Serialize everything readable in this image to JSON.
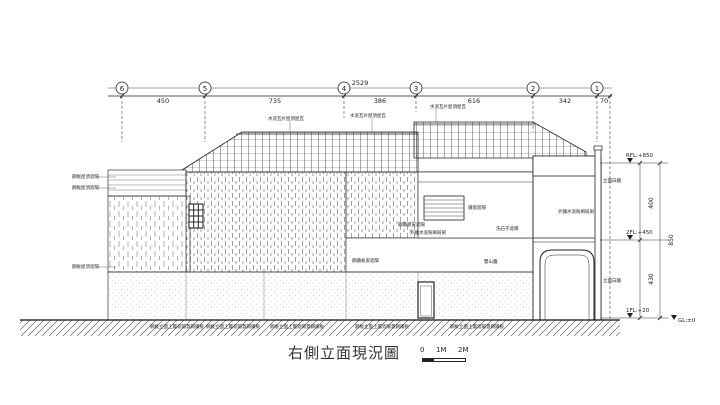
{
  "title": "右側立面現況圖",
  "scale": {
    "zero": "0",
    "one": "1M",
    "two": "2M"
  },
  "grid": {
    "axes": [
      "6",
      "5",
      "4",
      "3",
      "2",
      "1"
    ],
    "overall": "2529",
    "spans": [
      "450",
      "735",
      "386",
      "616",
      "342",
      "70"
    ]
  },
  "levels": [
    {
      "label": "RFL:+850"
    },
    {
      "label": "2FL:+450"
    },
    {
      "label": "1FL:+20"
    },
    {
      "label": "GL:±0"
    }
  ],
  "level_dims": [
    "400",
    "430",
    "850"
  ],
  "notes": {
    "roof_left": "水泥瓦片屋頂屋瓦",
    "roof_mid": "水泥瓦片屋頂屋瓦",
    "roof_right": "水泥瓦片屋頂屋瓦",
    "left_upper": "鋼板屋頂遮陽",
    "left_mid": "鋼板屋頂遮陽",
    "left_low": "鋼板屋頂遮陽",
    "wall1": "鋼鐵板皮遮陽",
    "wall2": "鋼鐵板皮遮陽",
    "window": "鐵窗遮陽",
    "facade": "外牆水泥粉刷斑剝",
    "wall3": "洗石子遮陽",
    "stone": "雙山牆",
    "pillar_top": "立面白牆",
    "pillar_mid": "外牆水泥粉刷斑剝",
    "pillar_low": "立面白牆",
    "b1": "鋼板立面上層遮陽蓋鋼鐵板",
    "b2": "鋼板立面上層遮陽蓋鋼鐵板",
    "b3": "鋼板立面上層遮陽蓋鋼鐵板",
    "b4": "鋼板立面上層遮陽蓋鋼鐵板",
    "b5": "鋼板立面上層遮陽蓋鋼鐵板"
  }
}
